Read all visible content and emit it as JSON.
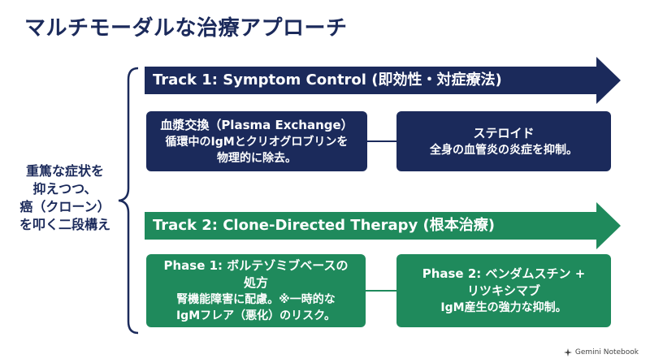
{
  "title": "マルチモーダルな治療アプローチ",
  "left_label": [
    "重篤な症状を",
    "抑えつつ、",
    "癌（クローン）",
    "を叩く二段構え"
  ],
  "track1": {
    "label": "Track 1: Symptom Control (即効性・対症療法)",
    "box1": {
      "heading": "血漿交換（Plasma Exchange）",
      "lines": [
        "循環中のIgMとクリオグロブリンを",
        "物理的に除去。"
      ]
    },
    "box2": {
      "heading": "ステロイド",
      "lines": [
        "全身の血管炎の炎症を抑制。"
      ]
    }
  },
  "track2": {
    "label": "Track 2: Clone-Directed Therapy (根本治療)",
    "box1": {
      "heading_lines": [
        "Phase 1: ボルテゾミブベースの",
        "処方"
      ],
      "lines": [
        "腎機能障害に配慮。※一時的な",
        "IgMフレア（悪化）のリスク。"
      ]
    },
    "box2": {
      "heading_lines": [
        "Phase 2: ベンダムスチン +",
        "リツキシマブ"
      ],
      "lines": [
        "IgM産生の強力な抑制。"
      ]
    }
  },
  "footer": {
    "text": "Gemini Notebook",
    "icon": "sparkle-icon"
  },
  "colors": {
    "navy": "#1b2a5b",
    "green": "#1f8a5c"
  }
}
